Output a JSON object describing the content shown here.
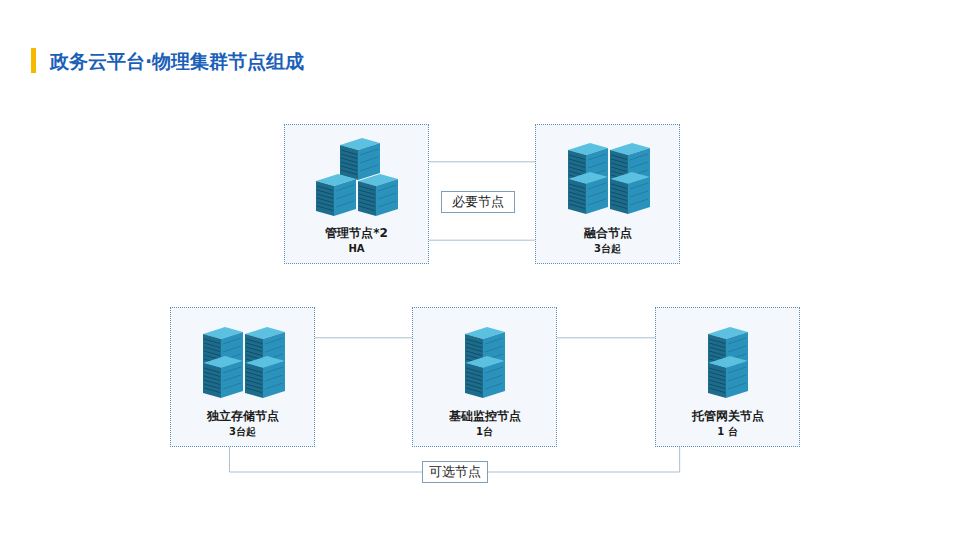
{
  "diagram": {
    "title": "政务云平台·物理集群节点组成",
    "nodes": [
      {
        "text": [
          "管理节点*2",
          "HA"
        ]
      },
      {
        "text": [
          "必要节点"
        ]
      },
      {
        "text": [
          "融合节点",
          "3台起"
        ]
      },
      {
        "text": [
          "独立存储节点",
          "3台起"
        ]
      },
      {
        "text": [
          "基础监控节点",
          "1台"
        ]
      },
      {
        "text": [
          "托管网关节点",
          "1 台"
        ]
      }
    ],
    "edges": [
      {
        "from": 0,
        "to": 2,
        "arrow": "none"
      },
      {
        "from": 0,
        "to": 2,
        "arrow": "none"
      },
      {
        "from": 3,
        "to": 4,
        "arrow": "none"
      },
      {
        "from": 4,
        "to": 5,
        "arrow": "none"
      },
      {
        "from": 3,
        "to": 5,
        "label": "可选节点",
        "arrow": "none"
      }
    ]
  }
}
